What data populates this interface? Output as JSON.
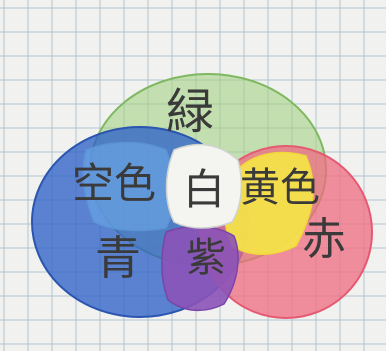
{
  "title": "",
  "colors": {
    "paper": "#f1f2ef",
    "grid": "#9fb8c6",
    "green": "#9fd07a",
    "blue": "#2f63c8",
    "red": "#ef6b82",
    "yellow": "#f3e24a",
    "purple": "#8b53b8",
    "white": "#f4f4f0",
    "pencil": "#3a3a3a"
  },
  "labels": {
    "green": "緑",
    "white": "白",
    "cyan": "空色",
    "blue": "青",
    "purple": "紫",
    "red": "赤",
    "yellow": "黄色"
  }
}
